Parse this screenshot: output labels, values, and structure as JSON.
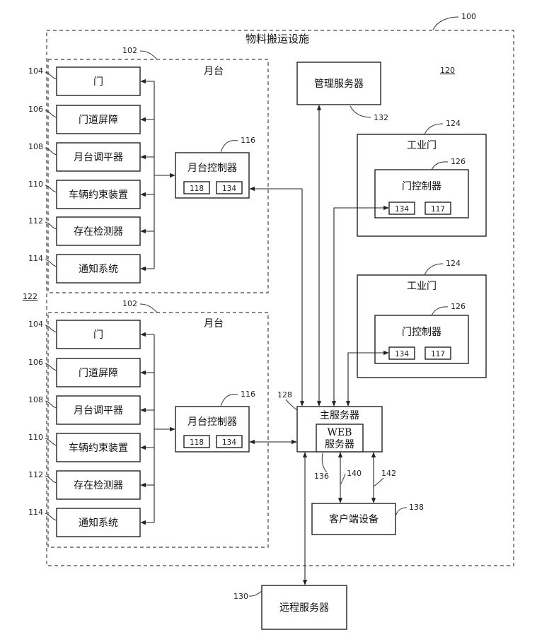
{
  "facility": {
    "title": "物料搬运设施",
    "ref": "100",
    "inner_ref": "120",
    "group_ref": "122"
  },
  "docks": [
    {
      "ref": "102",
      "title": "月台",
      "devices": [
        {
          "ref": "104",
          "label": "门"
        },
        {
          "ref": "106",
          "label": "门道屏障"
        },
        {
          "ref": "108",
          "label": "月台调平器"
        },
        {
          "ref": "110",
          "label": "车辆约束装置"
        },
        {
          "ref": "112",
          "label": "存在检测器"
        },
        {
          "ref": "114",
          "label": "通知系统"
        }
      ],
      "controller": {
        "ref": "116",
        "label": "月台控制器",
        "sub1": "118",
        "sub2": "134"
      }
    },
    {
      "ref": "102",
      "title": "月台",
      "devices": [
        {
          "ref": "104",
          "label": "门"
        },
        {
          "ref": "106",
          "label": "门道屏障"
        },
        {
          "ref": "108",
          "label": "月台调平器"
        },
        {
          "ref": "110",
          "label": "车辆约束装置"
        },
        {
          "ref": "112",
          "label": "存在检测器"
        },
        {
          "ref": "114",
          "label": "通知系统"
        }
      ],
      "controller": {
        "ref": "116",
        "label": "月台控制器",
        "sub1": "118",
        "sub2": "134"
      }
    }
  ],
  "management_server": {
    "label": "管理服务器",
    "ref": "132"
  },
  "industrial_doors": [
    {
      "ref": "124",
      "title": "工业门",
      "controller": {
        "ref": "126",
        "label": "门控制器",
        "sub1": "134",
        "sub2": "117"
      }
    },
    {
      "ref": "124",
      "title": "工业门",
      "controller": {
        "ref": "126",
        "label": "门控制器",
        "sub1": "134",
        "sub2": "117"
      }
    }
  ],
  "main_server": {
    "label": "主服务器",
    "ref": "128",
    "web_line1": "WEB",
    "web_line2": "服务器",
    "web_ref": "136"
  },
  "client_device": {
    "label": "客户端设备",
    "ref": "138",
    "link_ref_a": "140",
    "link_ref_b": "142"
  },
  "remote_server": {
    "label": "远程服务器",
    "ref": "130"
  }
}
